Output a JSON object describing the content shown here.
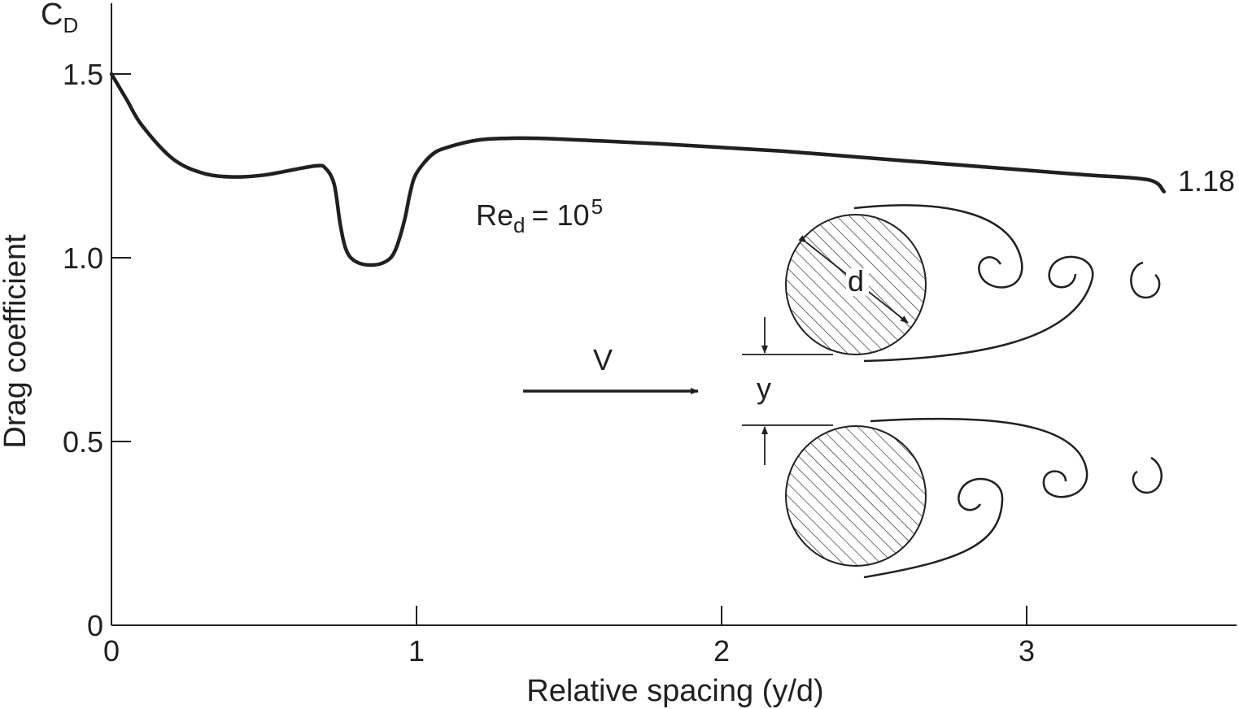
{
  "chart_data": {
    "type": "line",
    "xlabel": "Relative spacing (y/d)",
    "ylabel": "Drag coefficient",
    "y_axis_symbol": {
      "main": "C",
      "sub": "D"
    },
    "xlim": [
      0,
      3.65
    ],
    "ylim": [
      0,
      1.68
    ],
    "x_ticks": [
      0,
      1,
      2,
      3
    ],
    "x_tick_labels": [
      "0",
      "1",
      "2",
      "3"
    ],
    "y_ticks": [
      0,
      0.5,
      1.0,
      1.5
    ],
    "y_tick_labels": [
      "0",
      "0.5",
      "1.0",
      "1.5"
    ],
    "grid": false,
    "series": [
      {
        "x": [
          0,
          0.05,
          0.1,
          0.2,
          0.3,
          0.4,
          0.5,
          0.6,
          0.67,
          0.7,
          0.73,
          0.75,
          0.77,
          0.8,
          0.85,
          0.9,
          0.93,
          0.96,
          0.98,
          1.0,
          1.05,
          1.1,
          1.2,
          1.3,
          1.4,
          1.6,
          1.8,
          2.0,
          2.2,
          2.4,
          2.6,
          2.8,
          3.0,
          3.2,
          3.4,
          3.45
        ],
        "y": [
          1.5,
          1.43,
          1.36,
          1.27,
          1.23,
          1.22,
          1.225,
          1.24,
          1.25,
          1.245,
          1.2,
          1.09,
          1.02,
          0.99,
          0.98,
          0.99,
          1.02,
          1.1,
          1.18,
          1.23,
          1.28,
          1.3,
          1.32,
          1.325,
          1.325,
          1.318,
          1.31,
          1.3,
          1.29,
          1.277,
          1.264,
          1.251,
          1.238,
          1.225,
          1.212,
          1.18
        ]
      }
    ],
    "annotations": {
      "end_label": "1.18",
      "reynolds": {
        "main": "Re",
        "sub": "d",
        "equals": "= 10",
        "exponent": "5"
      },
      "velocity_label": "V",
      "diameter_label": "d",
      "gap_label": "y"
    }
  }
}
